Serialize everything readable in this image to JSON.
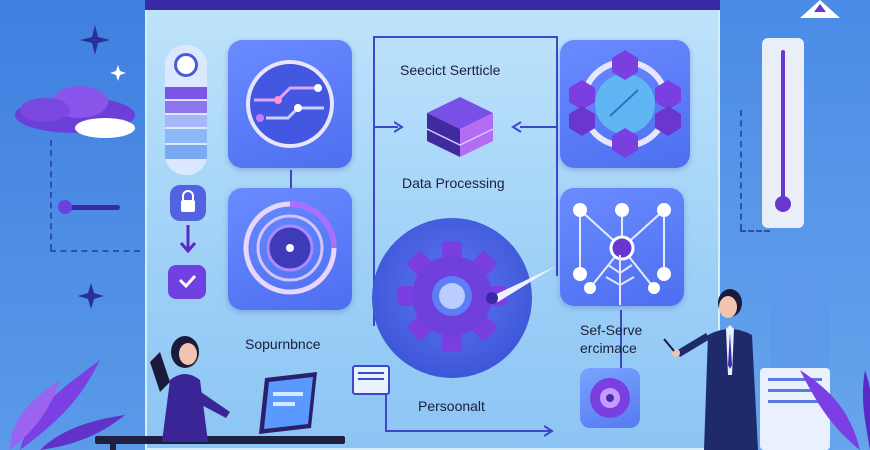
{
  "labels": {
    "top_center": "Seecict Sertticle",
    "data_processing": "Data Processing",
    "left_bottom": "Sopurnbnce",
    "bottom_center": "Persoonalt",
    "right_bottom_1": "Sef-Serve",
    "right_bottom_2": "ercimace"
  },
  "colors": {
    "background": "#4f8fe8",
    "panel": "#bfe3fb",
    "tile": "#5b7cf6",
    "accent_purple": "#7b3fe4",
    "dark_navy": "#1c1f3c"
  },
  "icons": [
    "progress-bar-icon",
    "lock-icon",
    "checkmark-shield-icon",
    "circuit-icon",
    "radar-icon",
    "cube-icon",
    "gear-icon",
    "network-ring-icon",
    "node-graph-icon",
    "thermometer-icon",
    "star-icon",
    "cloud-icon",
    "leaf-icon"
  ]
}
